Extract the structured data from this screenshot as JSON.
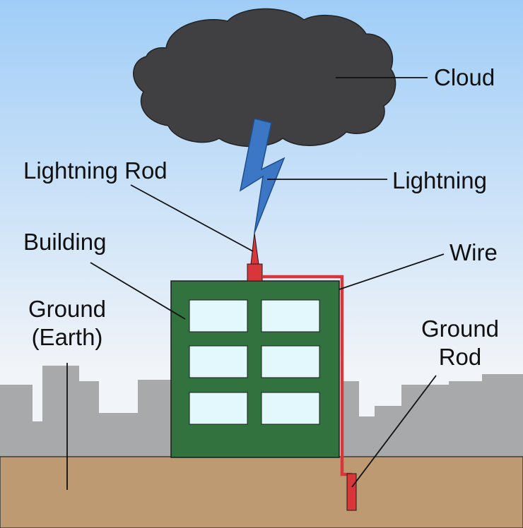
{
  "labels": {
    "cloud": "Cloud",
    "lightning": "Lightning",
    "lightning_rod": "Lightning Rod",
    "building": "Building",
    "wire": "Wire",
    "ground_line1": "Ground",
    "ground_line2": "(Earth)",
    "ground_rod_line1": "Ground",
    "ground_rod_line2": "Rod"
  },
  "colors": {
    "sky_top": "#9fcdf7",
    "sky_bottom": "#f1f4f8",
    "skyline": "#a8a9ab",
    "ground": "#be9a72",
    "cloud": "#404042",
    "lightning": "#3c77c6",
    "building": "#32723f",
    "window": "#e2f8fd",
    "wire": "#d8363a",
    "leader_line": "#111111"
  }
}
